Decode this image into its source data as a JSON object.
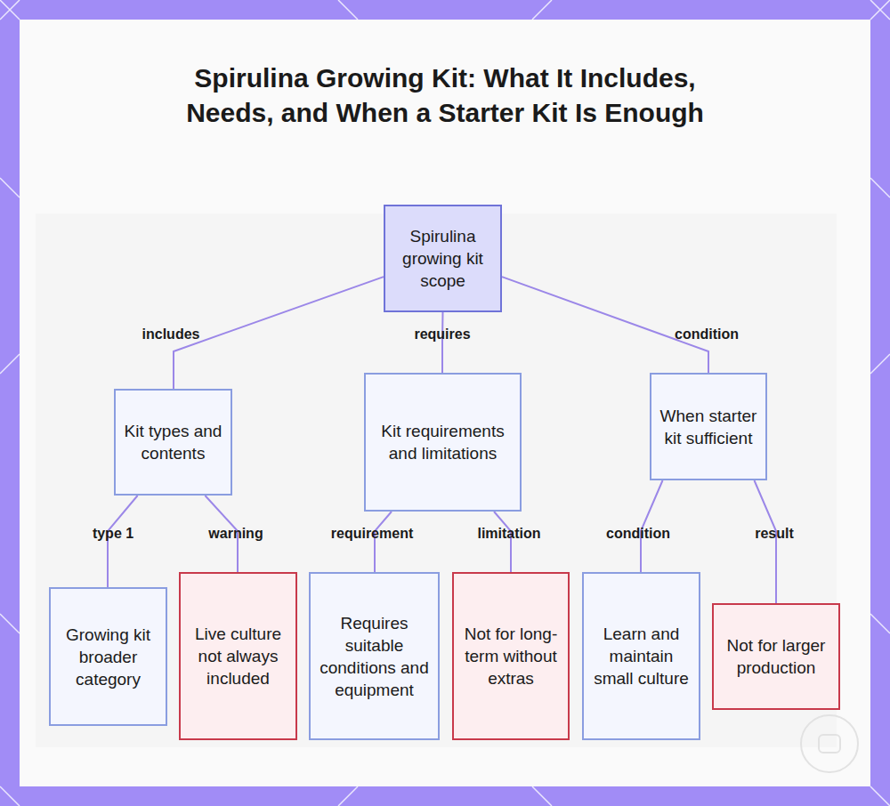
{
  "diagram": {
    "title": "Spirulina Growing Kit: What It Includes, Needs, and When a Starter Kit Is Enough",
    "nodes": [
      {
        "text": [
          "Spirulina growing kit scope"
        ]
      },
      {
        "text": [
          "Kit types and contents"
        ]
      },
      {
        "text": [
          "Kit requirements and limitations"
        ]
      },
      {
        "text": [
          "When starter kit sufficient"
        ]
      },
      {
        "text": [
          "Growing kit broader category"
        ]
      },
      {
        "text": [
          "Live culture not always included"
        ]
      },
      {
        "text": [
          "Requires suitable conditions and equipment"
        ]
      },
      {
        "text": [
          "Not for long-term without extras"
        ]
      },
      {
        "text": [
          "Learn and maintain small culture"
        ]
      },
      {
        "text": [
          "Not for larger production"
        ]
      }
    ],
    "edges": [
      {
        "from": 0,
        "to": 1,
        "label": "includes",
        "arrow": "none"
      },
      {
        "from": 0,
        "to": 2,
        "label": "requires",
        "arrow": "none"
      },
      {
        "from": 0,
        "to": 3,
        "label": "condition",
        "arrow": "none"
      },
      {
        "from": 1,
        "to": 4,
        "label": "type 1",
        "arrow": "none"
      },
      {
        "from": 1,
        "to": 5,
        "label": "warning",
        "arrow": "none"
      },
      {
        "from": 2,
        "to": 6,
        "label": "requirement",
        "arrow": "none"
      },
      {
        "from": 2,
        "to": 7,
        "label": "limitation",
        "arrow": "none"
      },
      {
        "from": 3,
        "to": 8,
        "label": "condition",
        "arrow": "none"
      },
      {
        "from": 3,
        "to": 9,
        "label": "result",
        "arrow": "none"
      }
    ]
  }
}
